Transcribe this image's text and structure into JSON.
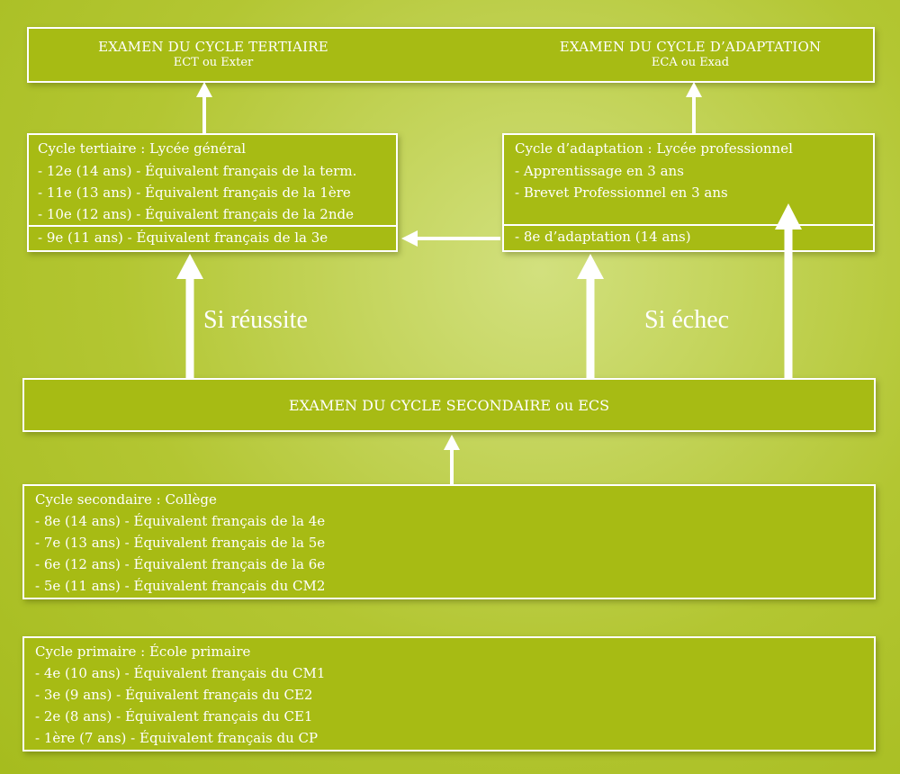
{
  "top_exams": {
    "tertiaire": {
      "title": "EXAMEN DU CYCLE TERTIAIRE",
      "subtitle": "ECT ou Exter"
    },
    "adaptation": {
      "title": "EXAMEN DU CYCLE D’ADAPTATION",
      "subtitle": "ECA ou Exad"
    }
  },
  "tertiaire_box": {
    "title": "Cycle tertiaire : Lycée général",
    "lines": [
      "- 12e (14 ans)  -  Équivalent français de la term.",
      "- 11e (13 ans)  -  Équivalent français de la 1ère",
      "- 10e (12 ans)  -  Équivalent français de la 2nde"
    ],
    "bottom_line": "- 9e (11 ans)  -  Équivalent français de la 3e"
  },
  "adaptation_box": {
    "title": "Cycle d’adaptation : Lycée professionnel",
    "lines": [
      "- Apprentissage en 3 ans",
      "- Brevet Professionnel en 3 ans"
    ],
    "bottom_line": "- 8e d’adaptation (14 ans)"
  },
  "labels": {
    "success": "Si réussite",
    "failure": "Si échec"
  },
  "ecs_box": {
    "title": "EXAMEN DU CYCLE SECONDAIRE ou ECS"
  },
  "secondaire_box": {
    "title": "Cycle secondaire : Collège",
    "lines": [
      "- 8e (14 ans)  -  Équivalent français de la 4e",
      "- 7e (13 ans)  -  Équivalent français de la 5e",
      "- 6e (12 ans)  -  Équivalent français de la 6e",
      "- 5e (11 ans)  -  Équivalent français du CM2"
    ]
  },
  "primaire_box": {
    "title": "Cycle primaire : École primaire",
    "lines": [
      "- 4e (10 ans)  -  Équivalent français du CM1",
      "- 3e (9 ans)  -  Équivalent français du CE2",
      "- 2e (8 ans)  -  Équivalent français du CE1",
      "- 1ère (7 ans)  -  Équivalent français du CP"
    ]
  }
}
